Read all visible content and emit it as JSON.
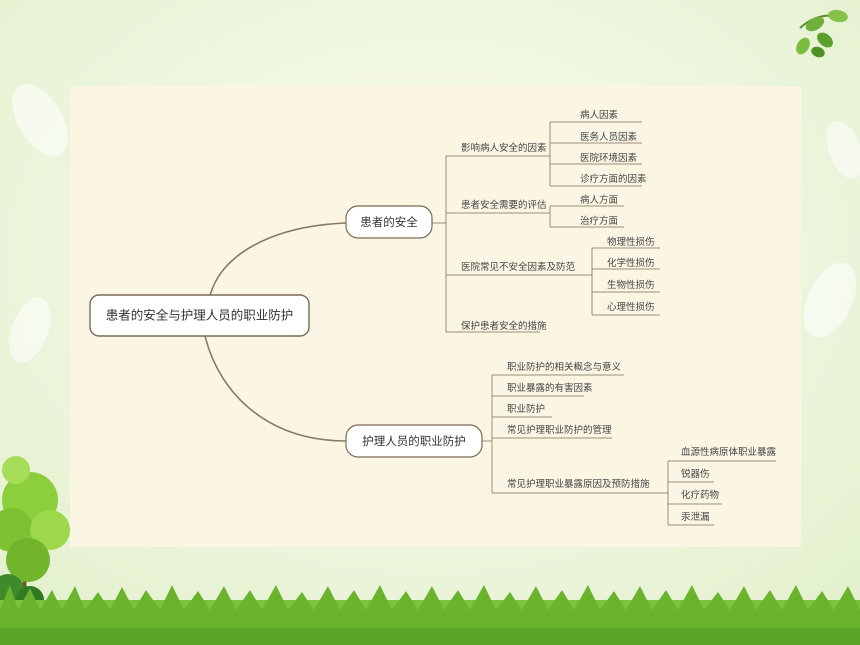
{
  "root": {
    "label": "患者的安全与护理人员的职业防护"
  },
  "branches": [
    {
      "label": "患者的安全",
      "children": [
        {
          "label": "影响病人安全的因素",
          "children": [
            "病人因素",
            "医务人员因素",
            "医院环境因素",
            "诊疗方面的因素"
          ]
        },
        {
          "label": "患者安全需要的评估",
          "children": [
            "病人方面",
            "治疗方面"
          ]
        },
        {
          "label": "医院常见不安全因素及防范",
          "children": [
            "物理性损伤",
            "化学性损伤",
            "生物性损伤",
            "心理性损伤"
          ]
        },
        {
          "label": "保护患者安全的措施",
          "children": []
        }
      ]
    },
    {
      "label": "护理人员的职业防护",
      "children": [
        {
          "label": "职业防护的相关概念与意义",
          "children": []
        },
        {
          "label": "职业暴露的有害因素",
          "children": []
        },
        {
          "label": "职业防护",
          "children": []
        },
        {
          "label": "常见护理职业防护的管理",
          "children": []
        },
        {
          "label": "常见护理职业暴露原因及预防措施",
          "children": [
            "血源性病原体职业暴露",
            "锐器伤",
            "化疗药物",
            "汞泄漏"
          ]
        }
      ]
    }
  ],
  "colors": {
    "line": "#8a7a62",
    "node_border": "#7a6a55",
    "node_fill": "#ffffff",
    "leaf_line": "#9a8c78"
  }
}
